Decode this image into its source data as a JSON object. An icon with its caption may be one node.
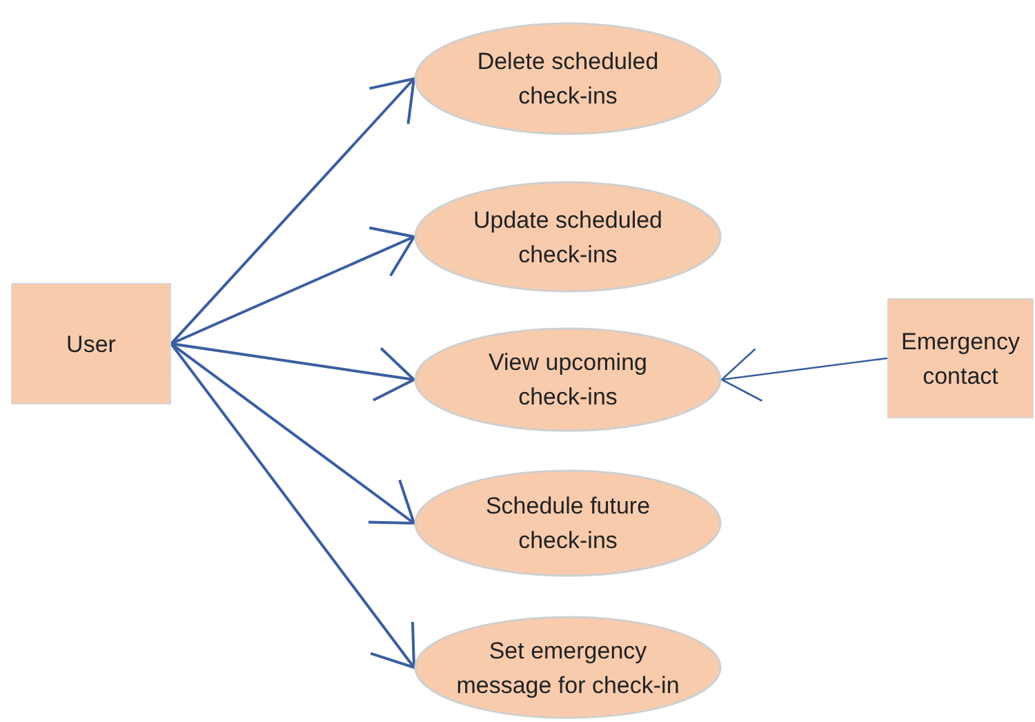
{
  "diagram": {
    "nodes": [
      {
        "text": [
          "User"
        ]
      },
      {
        "text": [
          "Delete scheduled check-ins"
        ]
      },
      {
        "text": [
          "Update scheduled check-ins"
        ]
      },
      {
        "text": [
          "View upcoming check-ins"
        ]
      },
      {
        "text": [
          "Schedule future check-ins"
        ]
      },
      {
        "text": [
          "Set emergency message for check-in"
        ]
      },
      {
        "text": [
          "Emergency contact"
        ]
      }
    ],
    "edges": [
      {
        "from": 0,
        "to": 1,
        "arrow": "to"
      },
      {
        "from": 0,
        "to": 2,
        "arrow": "to"
      },
      {
        "from": 0,
        "to": 3,
        "arrow": "to"
      },
      {
        "from": 0,
        "to": 4,
        "arrow": "to"
      },
      {
        "from": 0,
        "to": 5,
        "arrow": "to"
      },
      {
        "from": 6,
        "to": 3,
        "arrow": "to"
      }
    ]
  }
}
